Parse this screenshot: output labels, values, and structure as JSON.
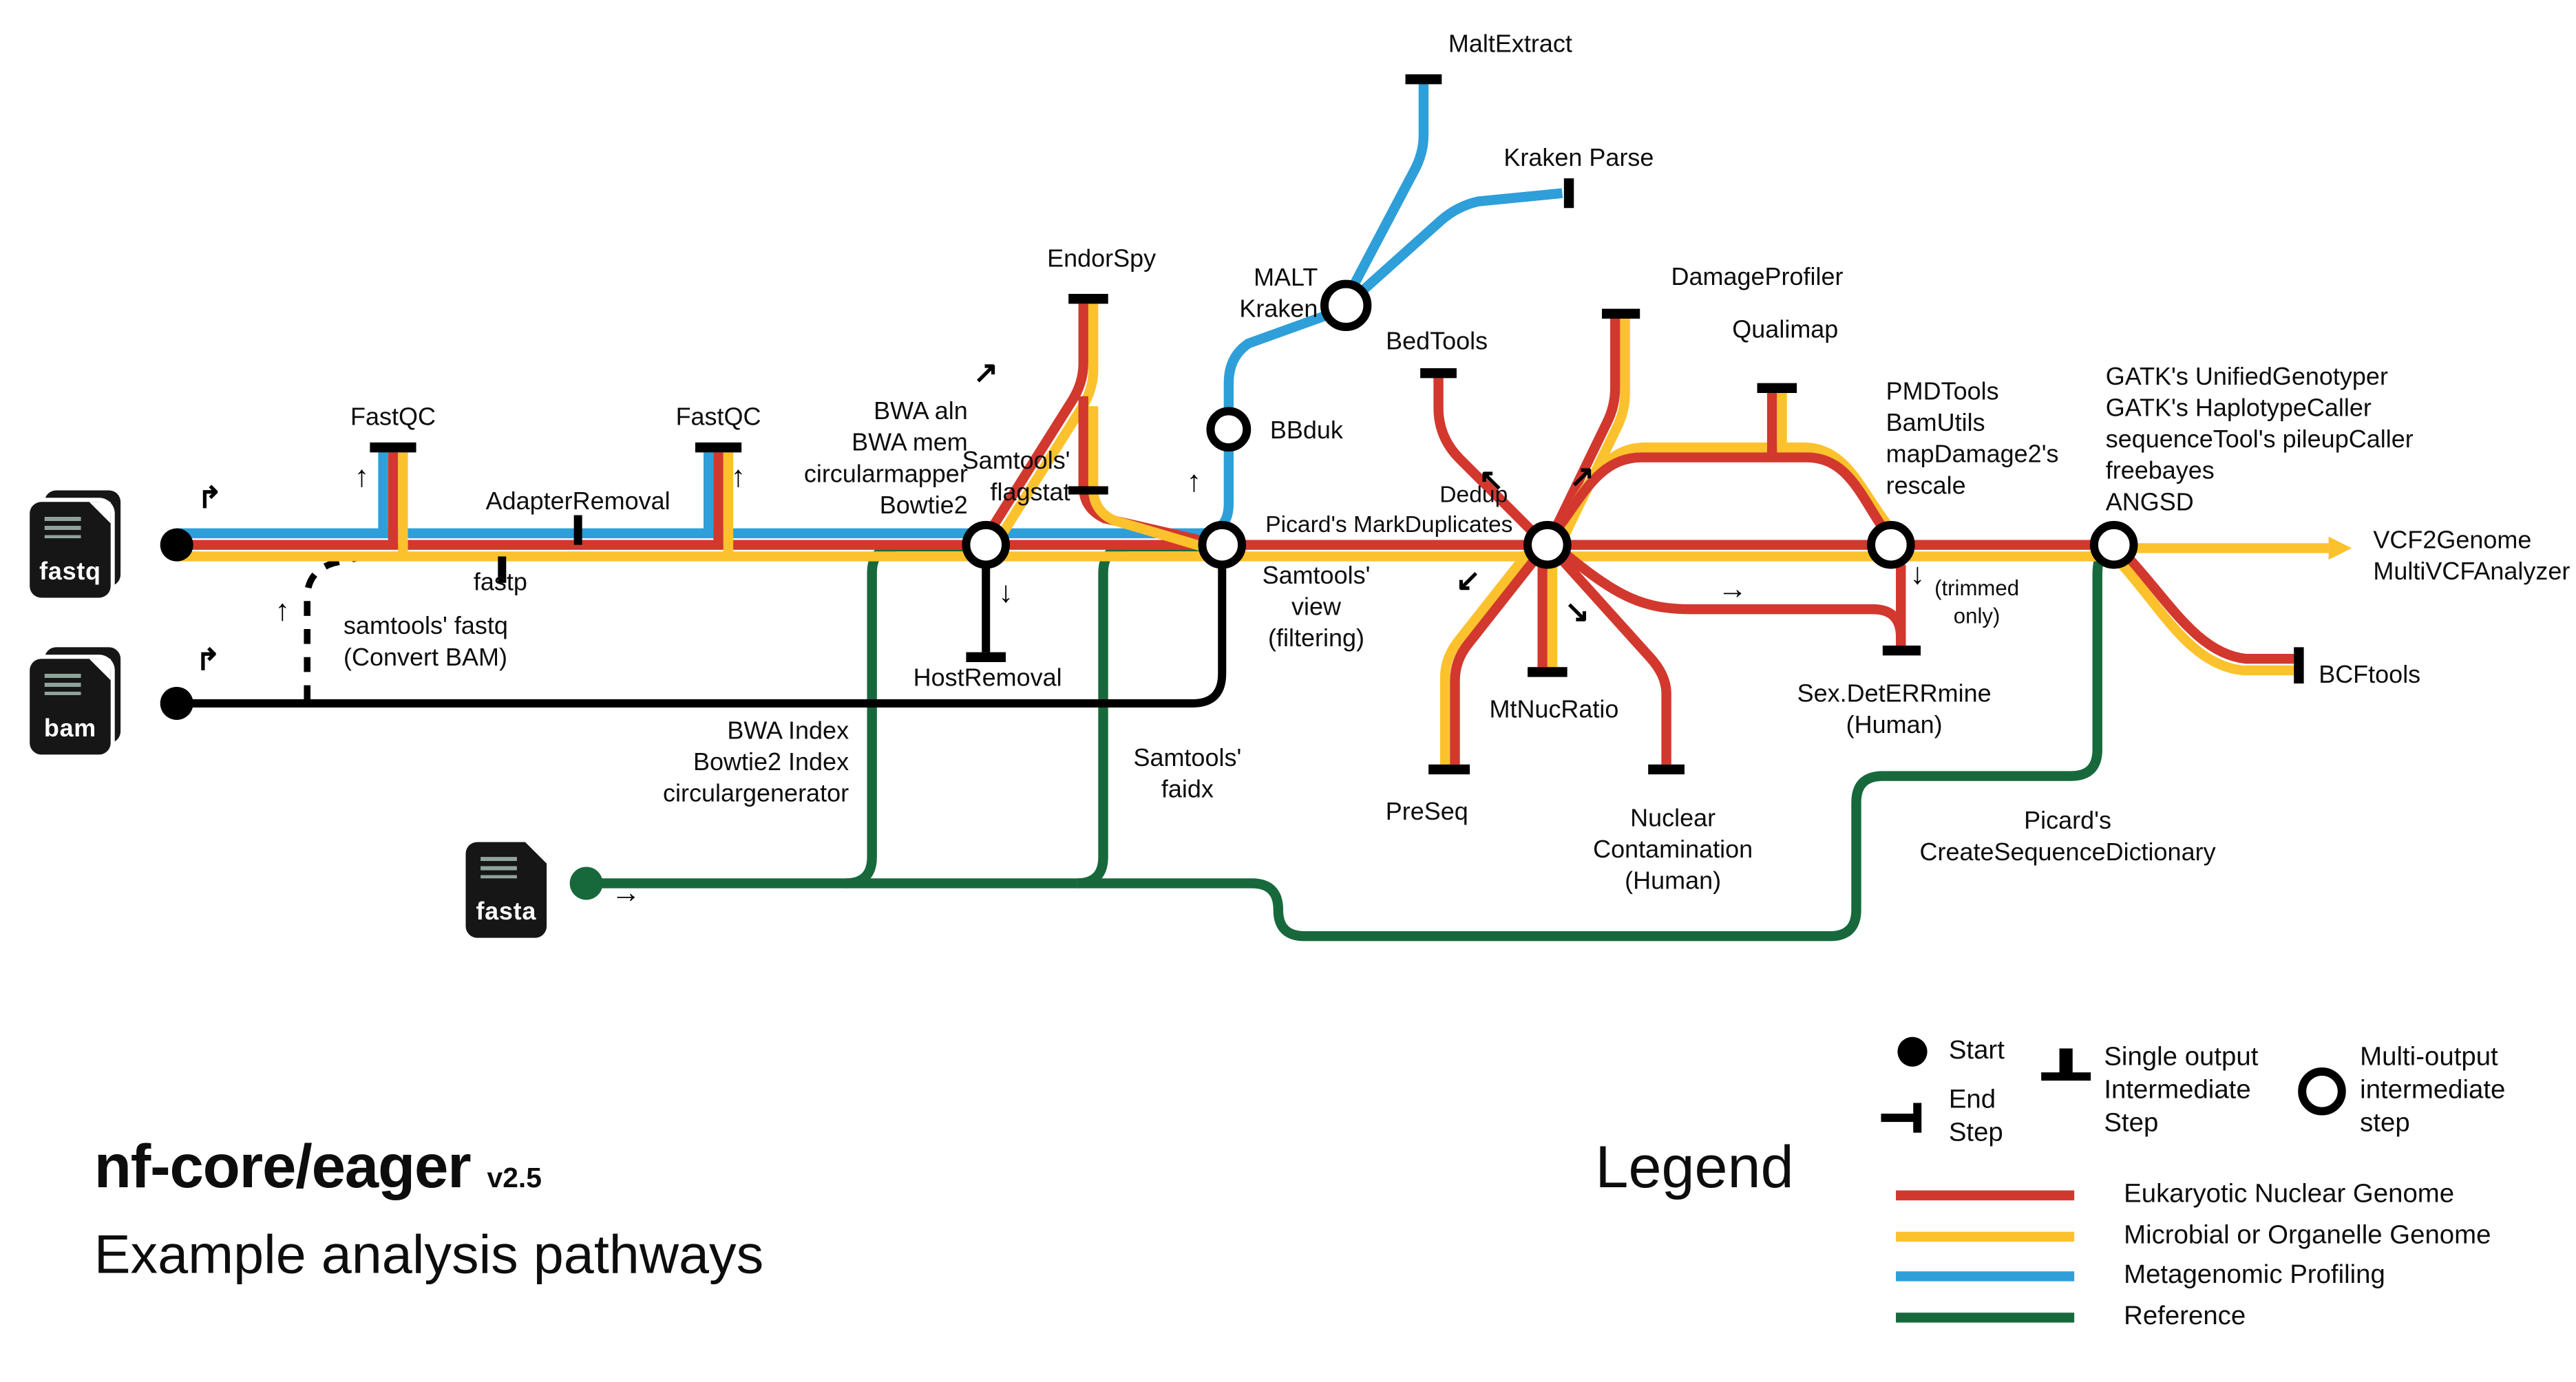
{
  "title": {
    "app": "nf-core/eager",
    "version": "v2.5",
    "subtitle": "Example analysis pathways"
  },
  "inputs": {
    "fastq_label": "fastq",
    "bam_label": "bam",
    "fasta_label": "fasta"
  },
  "nodes": {
    "fastqc_1": "FastQC",
    "adapter_removal": "AdapterRemoval",
    "fastp": "fastp",
    "samtools_fastq": "samtools' fastq\n(Convert BAM)",
    "fastqc_2": "FastQC",
    "mappers": "BWA aln\nBWA mem\ncircularmapper\nBowtie2",
    "endorspy": "EndorSpy",
    "samtools_flagstat": "Samtools'\nflagstat",
    "host_removal": "HostRemoval",
    "index_tools": "BWA Index\nBowtie2 Index\ncirculargenerator",
    "samtools_faidx": "Samtools'\nfaidx",
    "samtools_view": "Samtools'\nview\n(filtering)",
    "bbduk": "BBduk",
    "malt_kraken": "MALT\nKraken",
    "malt_extract": "MaltExtract",
    "kraken_parse": "Kraken Parse",
    "dedup": "Dedup",
    "mark_duplicates": "Picard's MarkDuplicates",
    "bedtools": "BedTools",
    "damage_profiler": "DamageProfiler",
    "qualimap": "Qualimap",
    "mt_nuc_ratio": "MtNucRatio",
    "preseq": "PreSeq",
    "nuclear_contamination": "Nuclear\nContamination\n(Human)",
    "sex_deterrmine": "Sex.DetERRmine\n(Human)",
    "trimmed_only": "(trimmed\nonly)",
    "pmd_tools": "PMDTools\nBamUtils\nmapDamage2's\nrescale",
    "genotypers": "GATK's UnifiedGenotyper\nGATK's HaplotypeCaller\nsequenceTool's pileupCaller\nfreebayes\nANGSD",
    "vcf_tools": "VCF2Genome\nMultiVCFAnalyzer",
    "bcftools": "BCFtools",
    "picard_csd": "Picard's\nCreateSequenceDictionary"
  },
  "arrows": [
    "↱",
    "↑",
    "↑",
    "↑",
    "↗",
    "↓",
    "↑",
    "↖",
    "↙",
    "↗",
    "↘",
    "→",
    "↓",
    "→",
    "↱"
  ],
  "legend": {
    "heading": "Legend",
    "start": "Start",
    "end_step": "End\nStep",
    "single_output": "Single output\nIntermediate\nStep",
    "multi_output": "Multi-output\nintermediate\nstep",
    "lines": [
      {
        "label": "Eukaryotic Nuclear Genome",
        "color": "#d2382e"
      },
      {
        "label": "Microbial or Organelle Genome",
        "color": "#fcc22d"
      },
      {
        "label": "Metagenomic Profiling",
        "color": "#2e9fd9"
      },
      {
        "label": "Reference",
        "color": "#17693c"
      }
    ]
  },
  "colors": {
    "red": "#d2382e",
    "yellow": "#fcc22d",
    "blue": "#2e9fd9",
    "green": "#17693c",
    "black": "#000000"
  }
}
